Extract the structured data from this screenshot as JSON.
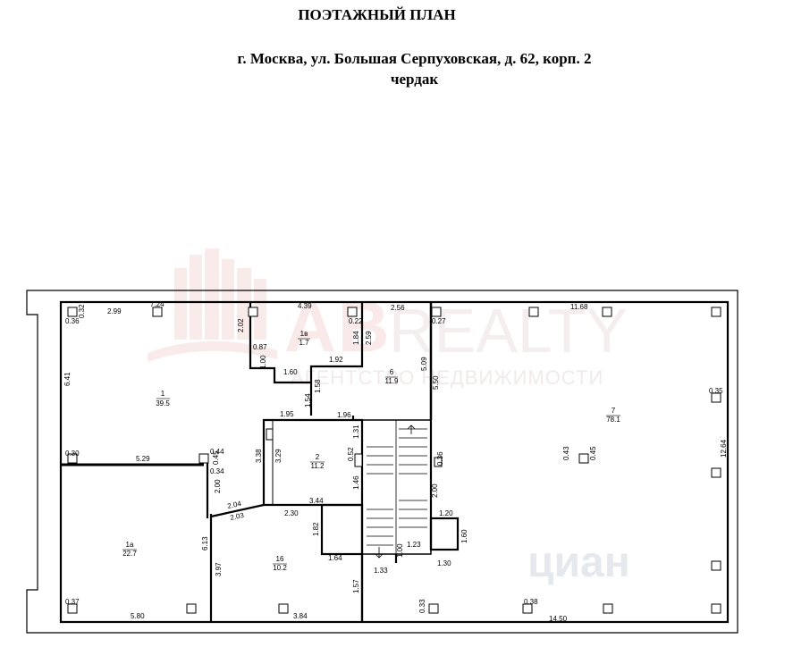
{
  "header": {
    "title": "ПОЭТАЖНЫЙ ПЛАН",
    "address": "г. Москва,  ул. Большая Серпуховская, д. 62, корп. 2",
    "floor": "чердак"
  },
  "watermarks": {
    "brand_ab": "AB",
    "brand_realty": "REALTY",
    "brand_sub": "АГЕНТСТВО НЕДВИЖИМОСТИ",
    "cian": "циан"
  },
  "rooms": [
    {
      "num": "1",
      "area": "39.5"
    },
    {
      "num": "1а",
      "area": "22.7"
    },
    {
      "num": "1в",
      "area": "1.7"
    },
    {
      "num": "2",
      "area": "11.2"
    },
    {
      "num": "6",
      "area": "11.9"
    },
    {
      "num": "7",
      "area": "78.1"
    },
    {
      "num": "16",
      "area": "10.2"
    }
  ],
  "dimensions": [
    "2.99",
    "7.24",
    "4.39",
    "2.56",
    "11.68",
    "6.41",
    "2.02",
    "0.87",
    "1.00",
    "1.60",
    "1.84",
    "1.92",
    "2.59",
    "5.09",
    "5.50",
    "1.58",
    "1.54",
    "1.95",
    "1.96",
    "1.31",
    "3.38",
    "3.29",
    "0.52",
    "1.46",
    "5.29",
    "0.44",
    "0.45",
    "0.34",
    "2.00",
    "2.04",
    "2.03",
    "2.30",
    "3.44",
    "1.82",
    "1.64",
    "6.13",
    "3.97",
    "1.57",
    "1.00",
    "1.33",
    "1.23",
    "1.20",
    "1.60",
    "1.30",
    "2.00",
    "0.36",
    "12.64",
    "5.80",
    "3.84",
    "14.50",
    "0.36",
    "0.32",
    "0.37",
    "0.33",
    "0.35",
    "0.38",
    "0.27",
    "0.22",
    "0.30",
    "0.43",
    "0.45"
  ]
}
